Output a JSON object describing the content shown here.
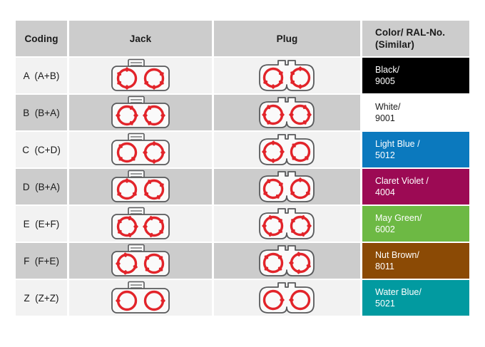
{
  "table": {
    "headers": {
      "coding": "Coding",
      "jack": "Jack",
      "plug": "Plug",
      "color_line1": "Color/ RAL-No.",
      "color_line2": "(Similar)"
    },
    "rows": [
      {
        "coding": "A  (A+B)",
        "jack_icon": "jack-connector-icon",
        "plug_icon": "plug-connector-icon",
        "color_line1": "Black/",
        "color_line2": "9005",
        "swatch_hex": "#000000",
        "text_hex": "#ffffff"
      },
      {
        "coding": "B  (B+A)",
        "jack_icon": "jack-connector-icon",
        "plug_icon": "plug-connector-icon",
        "color_line1": "White/",
        "color_line2": "9001",
        "swatch_hex": "#ffffff",
        "text_hex": "#1a1a1a"
      },
      {
        "coding": "C  (C+D)",
        "jack_icon": "jack-connector-icon",
        "plug_icon": "plug-connector-icon",
        "color_line1": "Light Blue /",
        "color_line2": "5012",
        "swatch_hex": "#0b79be",
        "text_hex": "#ffffff"
      },
      {
        "coding": "D  (B+A)",
        "jack_icon": "jack-connector-icon",
        "plug_icon": "plug-connector-icon",
        "color_line1": "Claret Violet /",
        "color_line2": "4004",
        "swatch_hex": "#9c0a54",
        "text_hex": "#ffffff"
      },
      {
        "coding": "E  (E+F)",
        "jack_icon": "jack-connector-icon",
        "plug_icon": "plug-connector-icon",
        "color_line1": "May Green/",
        "color_line2": "6002",
        "swatch_hex": "#6db944",
        "text_hex": "#ffffff"
      },
      {
        "coding": "F  (F+E)",
        "jack_icon": "jack-connector-icon",
        "plug_icon": "plug-connector-icon",
        "color_line1": "Nut Brown/",
        "color_line2": "8011",
        "swatch_hex": "#8b4a05",
        "text_hex": "#ffffff"
      },
      {
        "coding": "Z  (Z+Z)",
        "jack_icon": "jack-connector-icon",
        "plug_icon": "plug-connector-icon",
        "color_line1": "Water Blue/",
        "color_line2": "5021",
        "swatch_hex": "#029aa0",
        "text_hex": "#ffffff"
      }
    ]
  },
  "style": {
    "header_bg": "#cccccc",
    "row_bg_odd": "#f2f2f2",
    "row_bg_even": "#cccccc",
    "ring_color": "#e2242a",
    "body_outline": "#58595b"
  }
}
